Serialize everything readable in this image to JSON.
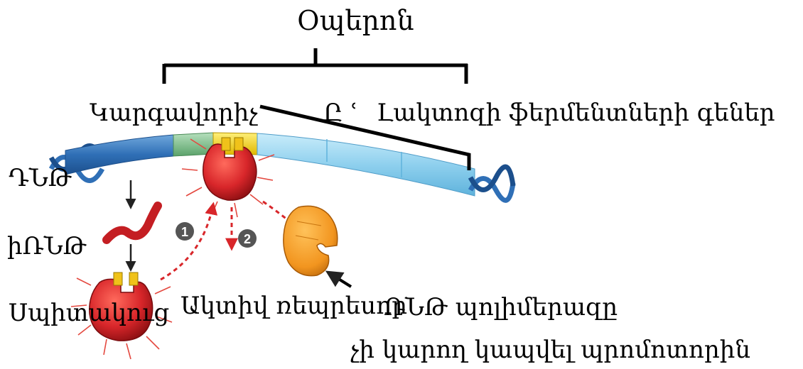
{
  "title": "Օպերոն",
  "labels": {
    "regulator": "Կարգավորիչ",
    "partial_glyphs": "Ը ՙ",
    "lactose_genes": "Լակտոզի ֆերմենտների գեներ",
    "dna": "ԴՆԹ",
    "mrna": "իՌՆԹ",
    "protein": "Սպիտակուց",
    "active_repressor": "Ակտիվ ռեպրեսոր",
    "rna_polymerase": "ՌՆԹ պոլիմերազը",
    "cannot_bind": "չի կարող կապվել պրոմոտորին"
  },
  "steps": [
    "1",
    "2"
  ],
  "colors": {
    "dna_dark_blue": "#2f6fb6",
    "dna_light_blue": "#8fd0ee",
    "promoter_green": "#7dbf8a",
    "operator_yellow": "#f2d11e",
    "repressor_red": "#d8262a",
    "polymerase_orange": "#f2951f",
    "step_badge": "#555555"
  }
}
